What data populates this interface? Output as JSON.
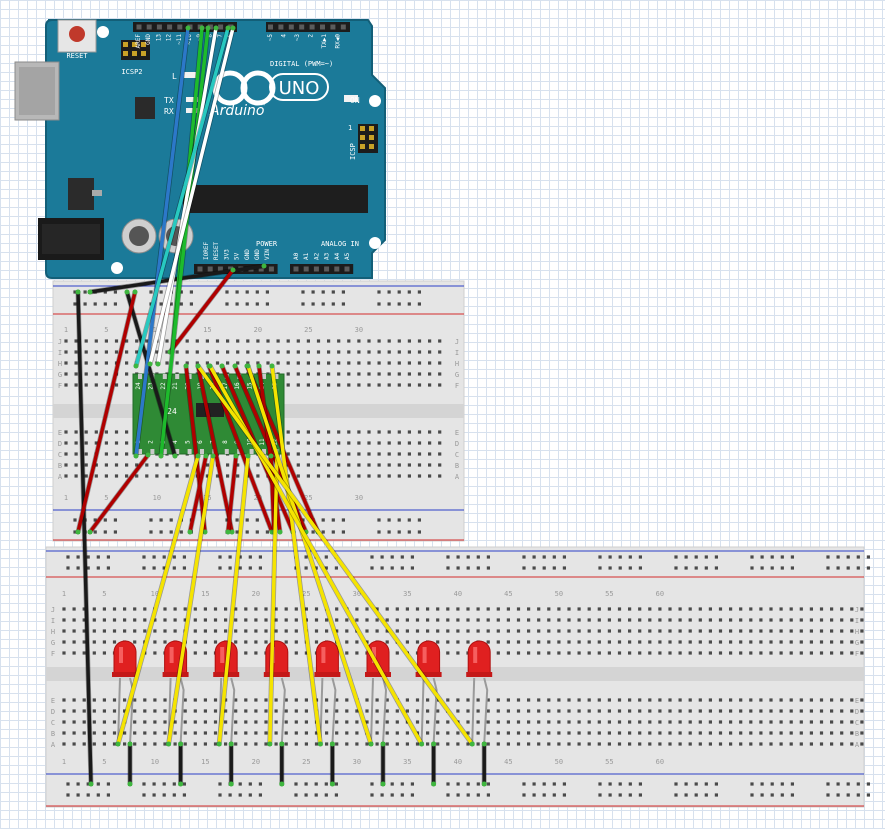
{
  "arduino": {
    "reset_label": "RESET",
    "icsp2_label": "ICSP2",
    "icsp_label": "ICSP",
    "brand": "Arduino",
    "trademark": "™",
    "model": "UNO",
    "on_label": "ON",
    "l_label": "L",
    "tx_label": "TX",
    "rx_label": "RX",
    "digital_label": "DIGITAL (PWM=~)",
    "power_label": "POWER",
    "analog_label": "ANALOG IN",
    "digital_pins": [
      "AREF",
      "GND",
      "13",
      "12",
      "~11",
      "~10",
      "~9",
      "8",
      "7",
      "~6",
      "~5",
      "4",
      "~3",
      "2",
      "TX▶1",
      "RX◀0"
    ],
    "power_pins": [
      "IOREF",
      "RESET",
      "3V3",
      "5V",
      "GND",
      "GND",
      "VIN"
    ],
    "analog_pins": [
      "A0",
      "A1",
      "A2",
      "A3",
      "A4",
      "A5"
    ],
    "icsp_pin1": "1"
  },
  "breadboard_top": {
    "col_numbers": [
      "1",
      "5",
      "10",
      "15",
      "20",
      "25",
      "30"
    ],
    "row_letters_top": [
      "J",
      "I",
      "H",
      "G",
      "F"
    ],
    "row_letters_bottom": [
      "E",
      "D",
      "C",
      "B",
      "A"
    ]
  },
  "breadboard_bottom": {
    "col_numbers": [
      "1",
      "5",
      "10",
      "15",
      "20",
      "25",
      "30",
      "35",
      "40",
      "45",
      "50",
      "55",
      "60"
    ],
    "row_letters_top": [
      "J",
      "I",
      "H",
      "G",
      "F"
    ],
    "row_letters_bottom": [
      "E",
      "D",
      "C",
      "B",
      "A"
    ]
  },
  "chip": {
    "top_pins": [
      "24",
      "23",
      "22",
      "21",
      "20",
      "19",
      "18",
      "17",
      "16",
      "15",
      "14",
      "13"
    ],
    "bottom_pins": [
      "1",
      "2",
      "3",
      "4",
      "5",
      "6",
      "7",
      "8",
      "9",
      "10",
      "11",
      "12"
    ],
    "center_label": "24"
  },
  "led_count": 8,
  "colors": {
    "board": "#1b7a99",
    "board_dark": "#135f78",
    "breadboard": "#e5e5e5",
    "hole": "#4a4a4a",
    "hole_active": "#3fb63f",
    "rail_red": "#d42b2b",
    "rail_blue": "#2a3fc7",
    "chip": "#2f8a35",
    "led": "#e02020",
    "wire_red": "#b00000",
    "wire_black": "#1a1a1a",
    "wire_yellow": "#f5e400",
    "wire_blue": "#2c78c9",
    "wire_green": "#1dbb2c",
    "wire_white": "#ffffff",
    "wire_cyan": "#28c9c0"
  }
}
